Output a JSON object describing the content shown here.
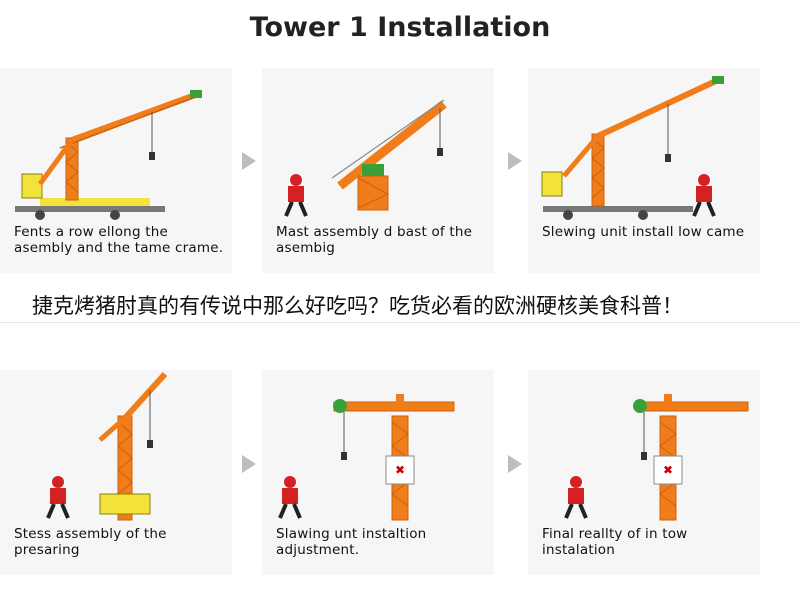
{
  "page": {
    "title": "Tower 1 Installation",
    "overlay_text": "捷克烤猪肘真的有传说中那么好吃吗？吃货必看的欧洲硬核美食科普！"
  },
  "steps": [
    {
      "caption": "Fents a row ellong the asembly and the tame crame."
    },
    {
      "caption": "Mast assembly d bast of the asembig"
    },
    {
      "caption": "Slewing unit install low came"
    },
    {
      "caption": "Stess assembly of the presaring"
    },
    {
      "caption": "Slawing unt instaltion adjustment."
    },
    {
      "caption": "Final reallty of in tow instalation"
    }
  ],
  "colors": {
    "crane": "#f07d1a",
    "crane_dark": "#c8620f",
    "cab": "#f2e23a",
    "worker_shirt": "#d42222",
    "panel_bg": "#f6f6f6",
    "arrow": "#bdbdbd"
  },
  "icons": [
    "tower-crane-icon",
    "worker-icon",
    "next-step-arrow-icon"
  ]
}
